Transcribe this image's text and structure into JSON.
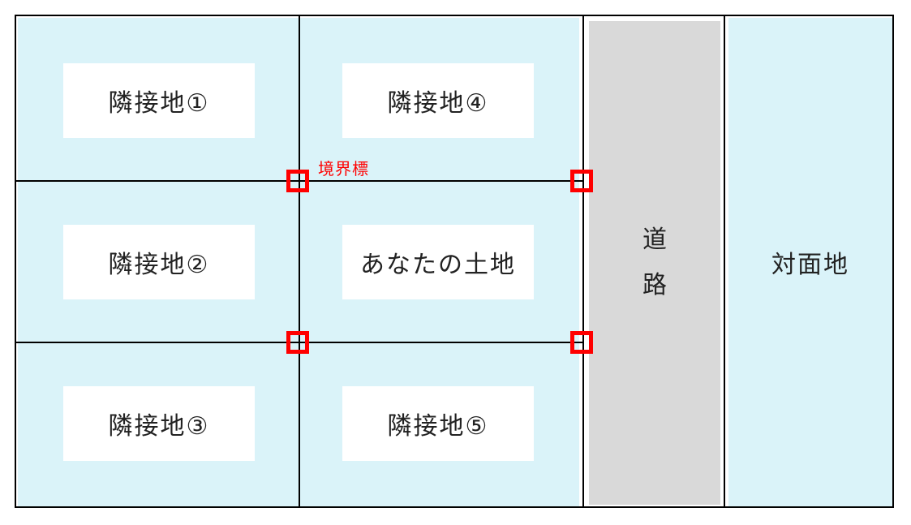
{
  "diagram": {
    "parcels": {
      "neighbor1": "隣接地①",
      "neighbor2": "隣接地②",
      "neighbor3": "隣接地③",
      "neighbor4": "隣接地④",
      "neighbor5": "隣接地⑤",
      "your_land": "あなたの土地"
    },
    "road_chars": [
      "道",
      "路"
    ],
    "opposite_land": "対面地",
    "boundary_marker_label": "境界標",
    "colors": {
      "land_fill": "#daf3f9",
      "road_fill": "#d9d9d9",
      "marker": "#ff0000",
      "border": "#000000"
    }
  }
}
